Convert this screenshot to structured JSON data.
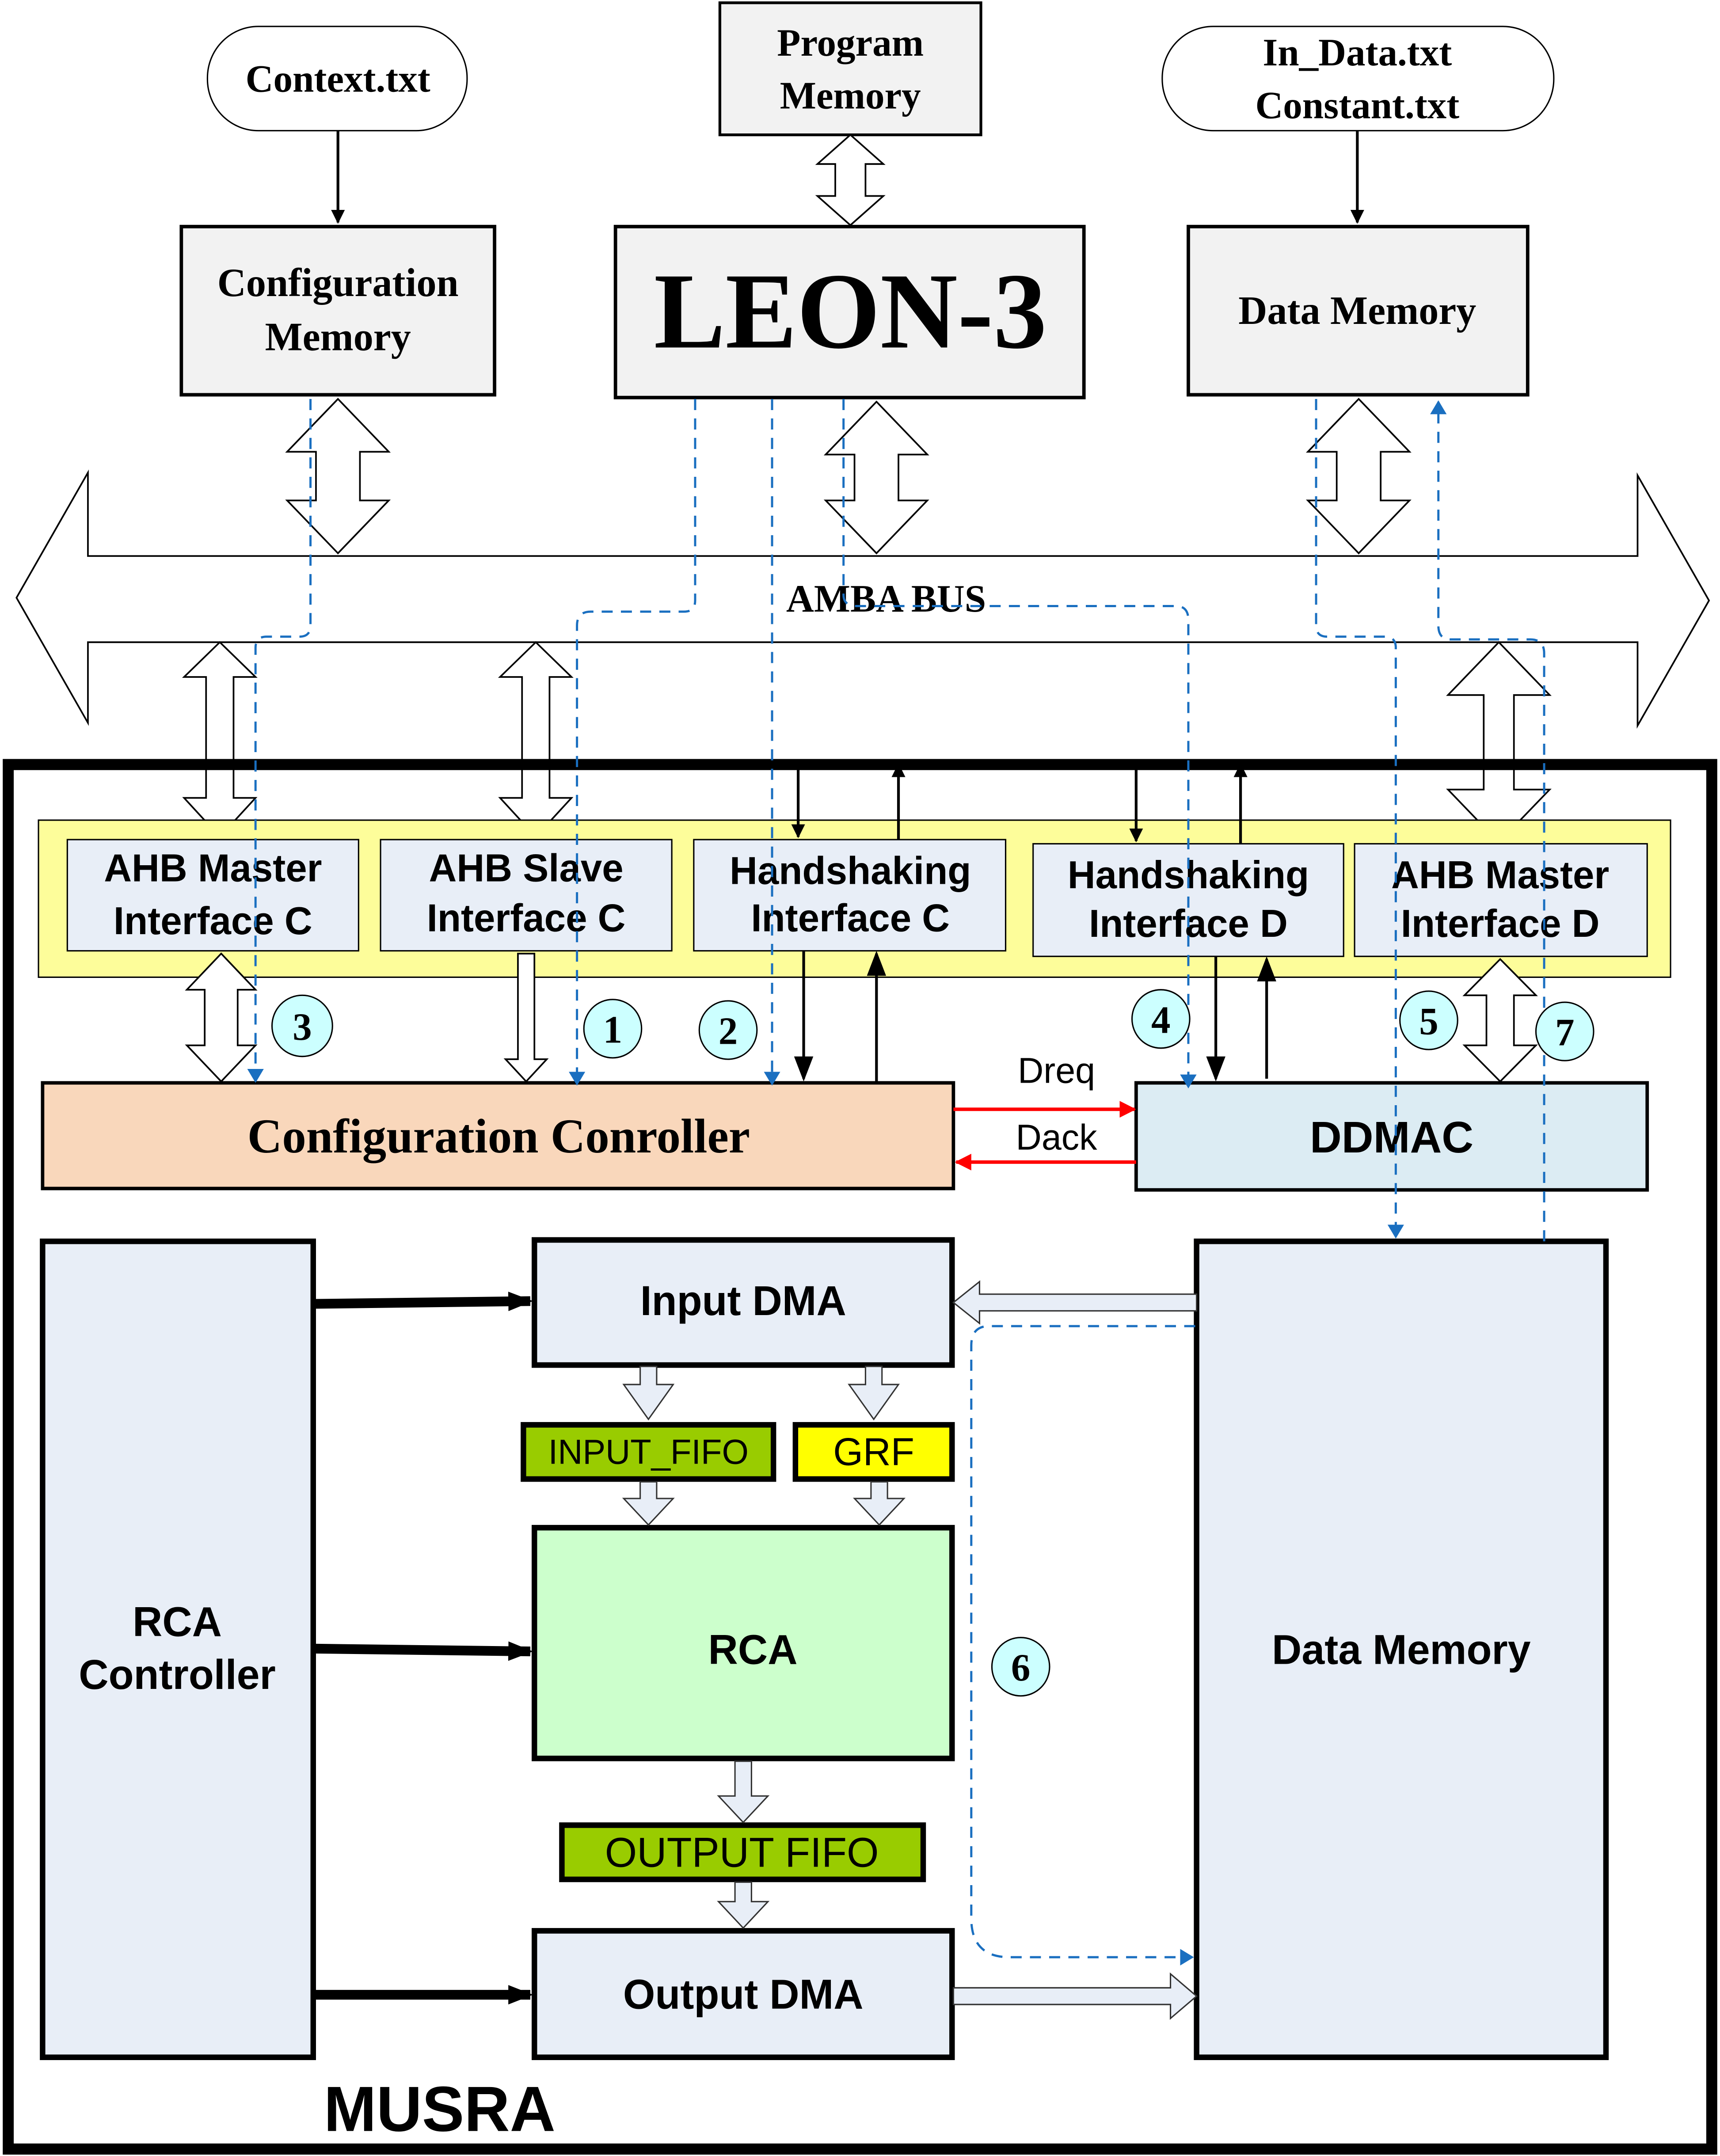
{
  "top": {
    "context_file": "Context.txt",
    "program_memory": [
      "Program",
      "Memory"
    ],
    "data_files": [
      "In_Data.txt",
      "Constant.txt"
    ],
    "config_memory": [
      "Configuration",
      "Memory"
    ],
    "leon": "LEON-3",
    "data_memory": "Data Memory",
    "bus": "AMBA BUS"
  },
  "interfaces": [
    [
      "AHB Master",
      "Interface C"
    ],
    [
      "AHB Slave",
      "Interface C"
    ],
    [
      "Handshaking",
      "Interface C"
    ],
    [
      "Handshaking",
      "Interface D"
    ],
    [
      "AHB Master",
      "Interface D"
    ]
  ],
  "steps": [
    "1",
    "2",
    "3",
    "4",
    "5",
    "6",
    "7"
  ],
  "config_controller": "Configuration Conroller",
  "ddmac": "DDMAC",
  "signals": {
    "dreq": "Dreq",
    "dack": "Dack"
  },
  "musra": {
    "title": "MUSRA",
    "rca_controller": [
      "RCA",
      "Controller"
    ],
    "input_dma": "Input DMA",
    "input_fifo": "INPUT_FIFO",
    "grf": "GRF",
    "rca": "RCA",
    "output_fifo": "OUTPUT FIFO",
    "output_dma": "Output DMA",
    "data_memory": "Data Memory"
  },
  "colors": {
    "yellow_band": "#fdfd9a",
    "controller": "#f9d7bb",
    "ddmac": "#dcecf3",
    "rca": "#ccffcc",
    "fifo": "#99cc00",
    "grf": "#ffff00",
    "block": "#e8eef7",
    "dashed": "#1a6fc0",
    "signal": "#ff0000"
  }
}
